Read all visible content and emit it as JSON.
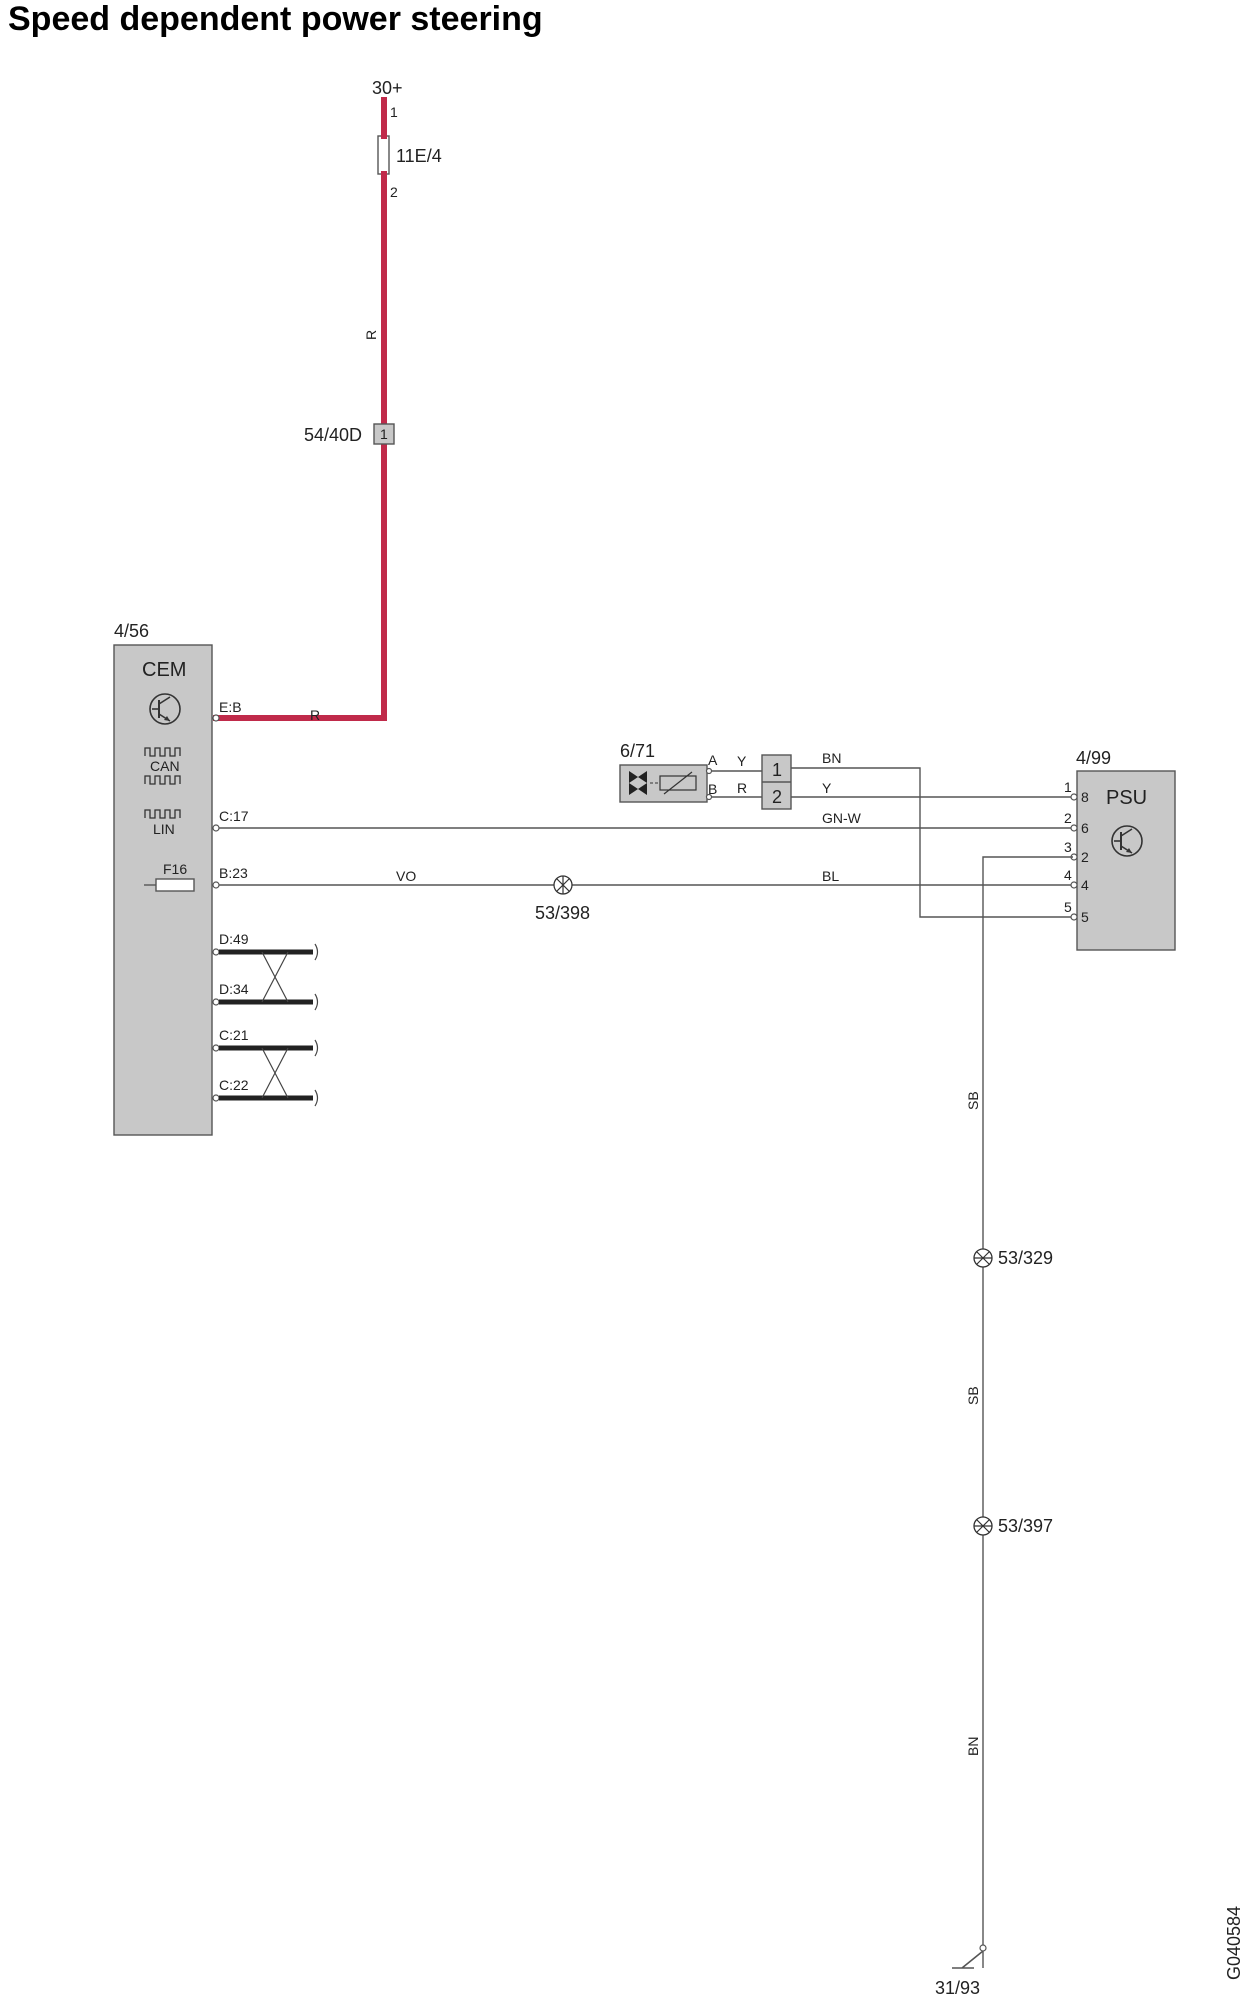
{
  "title": "Speed dependent power steering",
  "figure_code": "G040584",
  "supply": {
    "terminal": "30+",
    "fuse_id": "11E/4",
    "fuse_pin_1": "1",
    "fuse_pin_2": "2",
    "wire_color": "R"
  },
  "connector_5440d": {
    "id": "54/40D",
    "pin": "1"
  },
  "cem": {
    "ref": "4/56",
    "name": "CEM",
    "can_label": "CAN",
    "lin_label": "LIN",
    "fuse_label": "F16",
    "pins": {
      "eb": "E:B",
      "c17": "C:17",
      "b23": "B:23",
      "d49": "D:49",
      "d34": "D:34",
      "c21": "C:21",
      "c22": "C:22"
    },
    "eb_wire": "R"
  },
  "valve": {
    "ref": "6/71",
    "pin_a": "A",
    "pin_b": "B",
    "wire_a": "Y",
    "wire_b": "R",
    "conn_pin_1": "1",
    "conn_pin_2": "2",
    "wire_1": "BN",
    "wire_2": "Y"
  },
  "wires": {
    "c17": "GN-W",
    "vo": "VO",
    "bl": "BL",
    "sb1": "SB",
    "sb2": "SB",
    "bn": "BN"
  },
  "psu": {
    "ref": "4/99",
    "name": "PSU",
    "ext_pins": [
      "1",
      "2",
      "3",
      "4",
      "5"
    ],
    "int_pins": [
      "8",
      "6",
      "2",
      "4",
      "5"
    ]
  },
  "splices": {
    "s398": "53/398",
    "s329": "53/329",
    "s397": "53/397"
  },
  "ground": {
    "id": "31/93"
  },
  "colors": {
    "power": "#c02a4a",
    "module_fill": "#c8c8c8"
  }
}
